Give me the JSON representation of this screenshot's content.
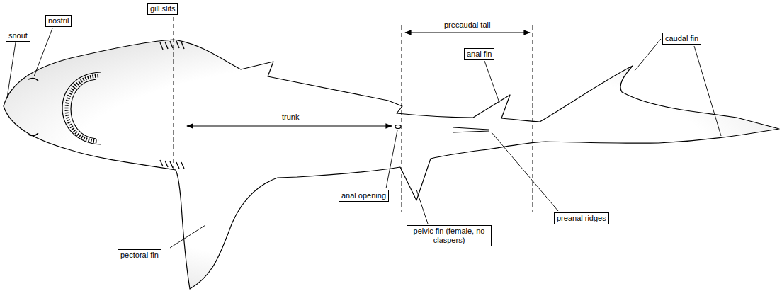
{
  "diagram": {
    "nodes": [
      {
        "text": [
          "gill slits"
        ]
      },
      {
        "text": [
          "nostril"
        ]
      },
      {
        "text": [
          "snout"
        ]
      },
      {
        "text": [
          "anal fin"
        ]
      },
      {
        "text": [
          "caudal fin"
        ]
      },
      {
        "text": [
          "anal opening"
        ]
      },
      {
        "text": [
          "preanal ridges"
        ]
      },
      {
        "text": [
          "pelvic fin (female, no claspers)"
        ]
      },
      {
        "text": [
          "pectoral fin"
        ]
      }
    ],
    "labels": [
      "precaudal tail",
      "trunk"
    ]
  }
}
